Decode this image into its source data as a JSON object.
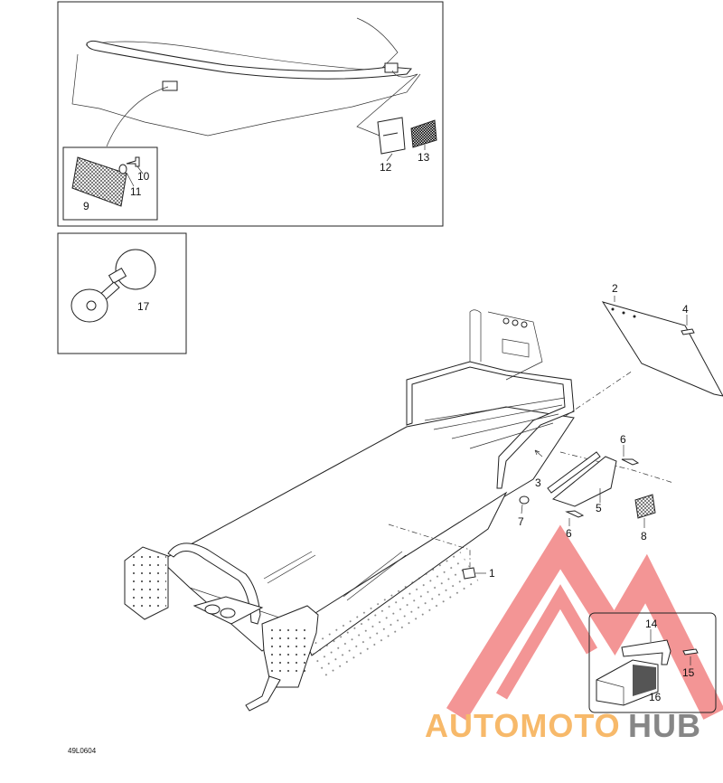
{
  "callouts": {
    "c1": "1",
    "c2": "2",
    "c3": "3",
    "c4": "4",
    "c5": "5",
    "c6a": "6",
    "c6b": "6",
    "c7": "7",
    "c8": "8",
    "c9": "9",
    "c10": "10",
    "c11": "11",
    "c12": "12",
    "c13": "13",
    "c14": "14",
    "c15": "15",
    "c16": "16",
    "c17": "17"
  },
  "drawing_code": "49L0604",
  "watermark": {
    "part1": "AUTOMOTO",
    "part2": "HUB",
    "color_orange": "#f7b25a",
    "color_grey": "#7a7a7a",
    "color_red": "#f28a8a"
  }
}
